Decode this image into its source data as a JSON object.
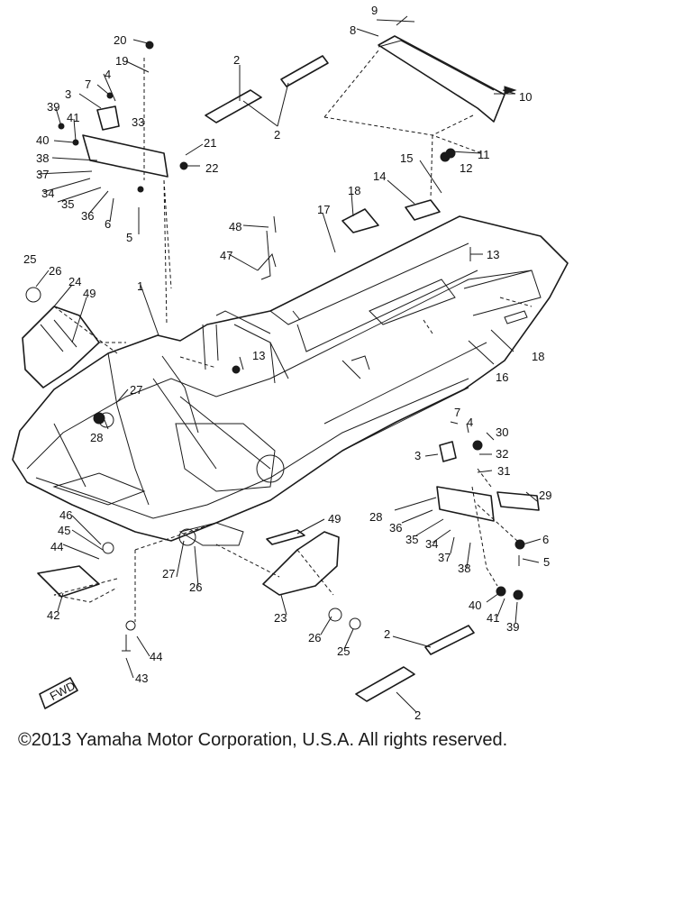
{
  "diagram": {
    "callouts": [
      "1",
      "2",
      "3",
      "4",
      "5",
      "6",
      "7",
      "8",
      "9",
      "10",
      "11",
      "12",
      "13",
      "14",
      "15",
      "16",
      "17",
      "18",
      "19",
      "20",
      "21",
      "22",
      "23",
      "24",
      "25",
      "26",
      "27",
      "28",
      "29",
      "30",
      "31",
      "32",
      "33",
      "34",
      "35",
      "36",
      "37",
      "38",
      "39",
      "40",
      "41",
      "42",
      "43",
      "44",
      "45",
      "46",
      "47",
      "48",
      "49"
    ],
    "badge": "FWD"
  },
  "footer": {
    "copyright": "©2013 Yamaha Motor Corporation, U.S.A. All rights reserved."
  }
}
